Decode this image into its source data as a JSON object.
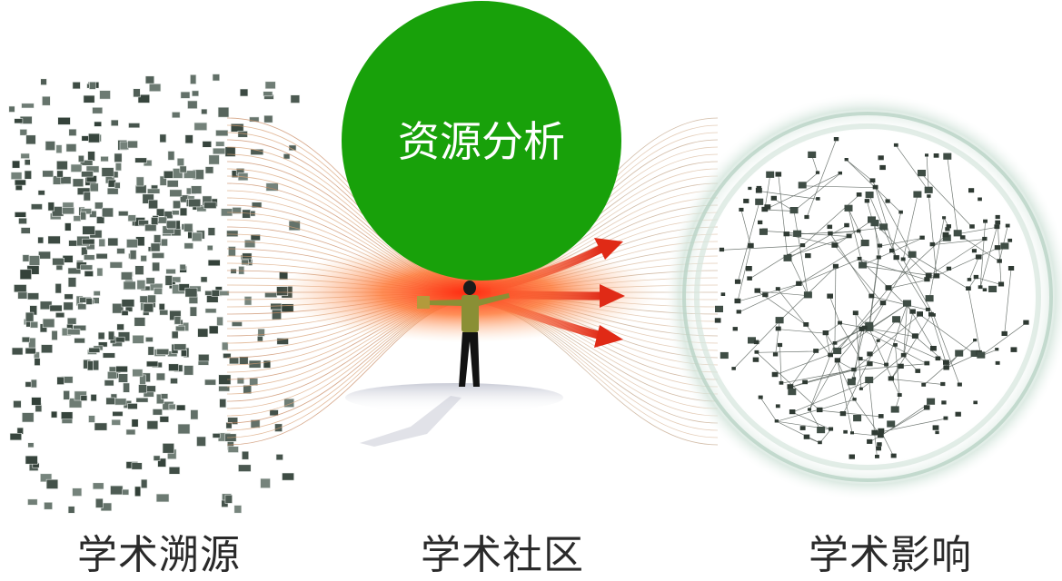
{
  "diagram": {
    "center_label": "资源分析",
    "stages": [
      {
        "label": "学术溯源"
      },
      {
        "label": "学术社区"
      },
      {
        "label": "学术影响"
      }
    ]
  },
  "colors": {
    "circle": "#18a10a",
    "circle_text": "#ffffff",
    "beam_core": "#ff2a10",
    "beam_edge": "#f6c59a",
    "arrow": "#e5321c",
    "squares": "#3f4d45",
    "network_line": "#59625c",
    "network_halo": "#b9d3c6",
    "caption": "#2a2a2a"
  }
}
